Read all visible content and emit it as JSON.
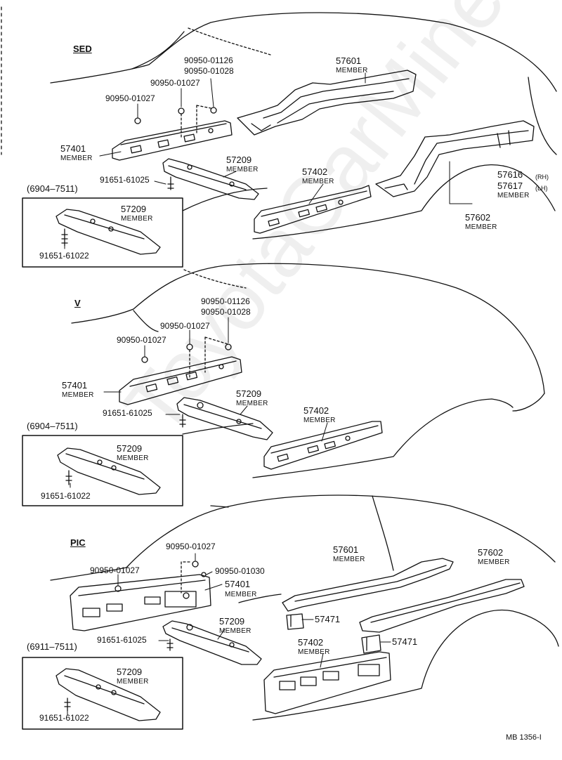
{
  "watermark": "ToyotaCarMine.ru",
  "code": "MB 1356-I",
  "sections": {
    "sed": {
      "title": "SED",
      "p57601": "57601",
      "m57601": "MEMBER",
      "b90950_01126": "90950-01126",
      "b90950_01028": "90950-01028",
      "b90950_01027a": "90950-01027",
      "b90950_01027b": "90950-01027",
      "p57401": "57401",
      "m57401": "MEMBER",
      "p57209": "57209",
      "m57209": "MEMBER",
      "b91651_61025": "91651-61025",
      "p57402": "57402",
      "m57402": "MEMBER",
      "p57616": "57616",
      "rh": "(RH)",
      "p57617": "57617",
      "lh": "(LH)",
      "m57617": "MEMBER",
      "p57602": "57602",
      "m57602": "MEMBER",
      "range": "(6904–7511)",
      "box_p57209": "57209",
      "box_m57209": "MEMBER",
      "box_b91651": "91651-61022"
    },
    "v": {
      "title": "V",
      "b90950_01126": "90950-01126",
      "b90950_01028": "90950-01028",
      "b90950_01027a": "90950-01027",
      "b90950_01027b": "90950-01027",
      "p57401": "57401",
      "m57401": "MEMBER",
      "p57209": "57209",
      "m57209": "MEMBER",
      "b91651_61025": "91651-61025",
      "p57402": "57402",
      "m57402": "MEMBER",
      "range": "(6904–7511)",
      "box_p57209": "57209",
      "box_m57209": "MEMBER",
      "box_b91651": "91651-61022"
    },
    "pic": {
      "title": "PIC",
      "b90950_01027a": "90950-01027",
      "b90950_01027b": "90950-01027",
      "b90950_01030": "90950-01030",
      "p57401": "57401",
      "m57401": "MEMBER",
      "p57601": "57601",
      "m57601": "MEMBER",
      "p57602": "57602",
      "m57602": "MEMBER",
      "p57471a": "57471",
      "p57471b": "57471",
      "p57209": "57209",
      "m57209": "MEMBER",
      "b91651_61025": "91651-61025",
      "p57402": "57402",
      "m57402": "MEMBER",
      "range": "(6911–7511)",
      "box_p57209": "57209",
      "box_m57209": "MEMBER",
      "box_b91651": "91651-61022"
    }
  }
}
